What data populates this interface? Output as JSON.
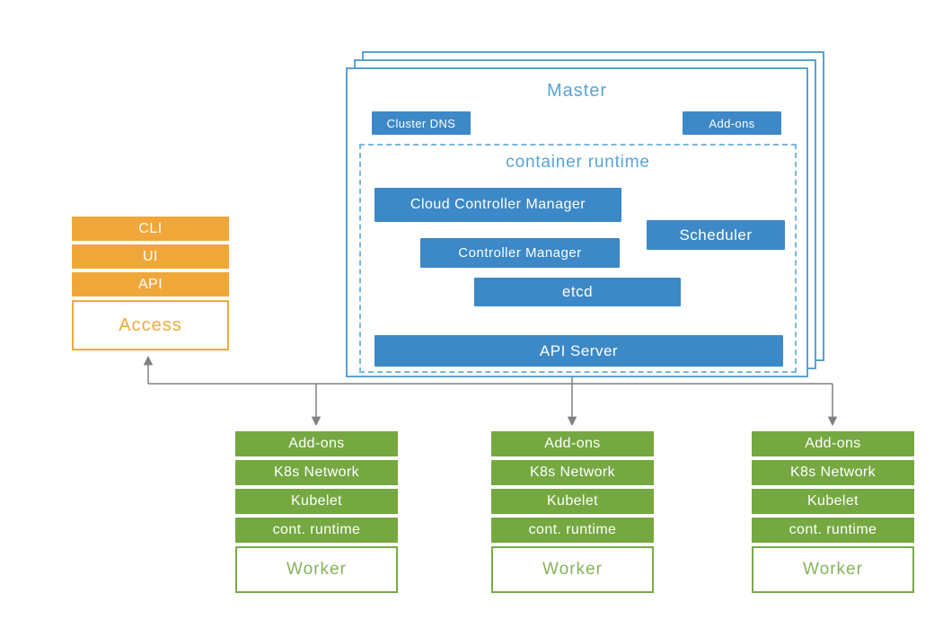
{
  "colors": {
    "blue": "#3d88c6",
    "blue_light": "#58a4d6",
    "orange": "#f0a73a",
    "green": "#75a841",
    "arrow_gray": "#808080"
  },
  "master": {
    "title": "Master",
    "cluster_dns_label": "Cluster DNS",
    "addons_label": "Add-ons",
    "container_runtime": {
      "title": "container runtime",
      "cloud_controller_manager": "Cloud Controller Manager",
      "controller_manager": "Controller Manager",
      "scheduler": "Scheduler",
      "etcd": "etcd",
      "api_server": "API Server"
    }
  },
  "access": {
    "items": [
      "CLI",
      "UI",
      "API"
    ],
    "label": "Access"
  },
  "workers": [
    {
      "rows": [
        "Add-ons",
        "K8s Network",
        "Kubelet",
        "cont. runtime"
      ],
      "label": "Worker"
    },
    {
      "rows": [
        "Add-ons",
        "K8s Network",
        "Kubelet",
        "cont. runtime"
      ],
      "label": "Worker"
    },
    {
      "rows": [
        "Add-ons",
        "K8s Network",
        "Kubelet",
        "cont. runtime"
      ],
      "label": "Worker"
    }
  ]
}
